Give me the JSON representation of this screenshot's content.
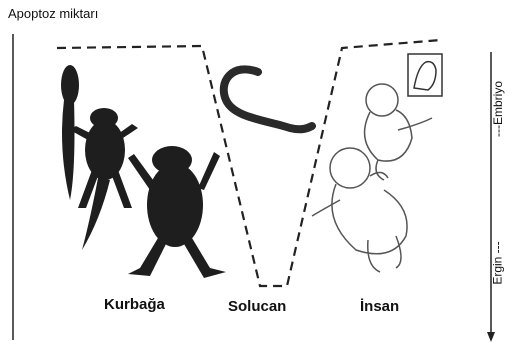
{
  "title": "Apoptoz miktarı",
  "labels": {
    "frog": "Kurbağa",
    "worm": "Solucan",
    "human": "İnsan"
  },
  "axis": {
    "top_label": "---Embriyo",
    "bottom_label": "Ergin ---"
  },
  "colors": {
    "frog": "#1e1e1e",
    "worm": "#2a2a2a",
    "human_outline": "#555555",
    "dashed_line": "#222222"
  }
}
